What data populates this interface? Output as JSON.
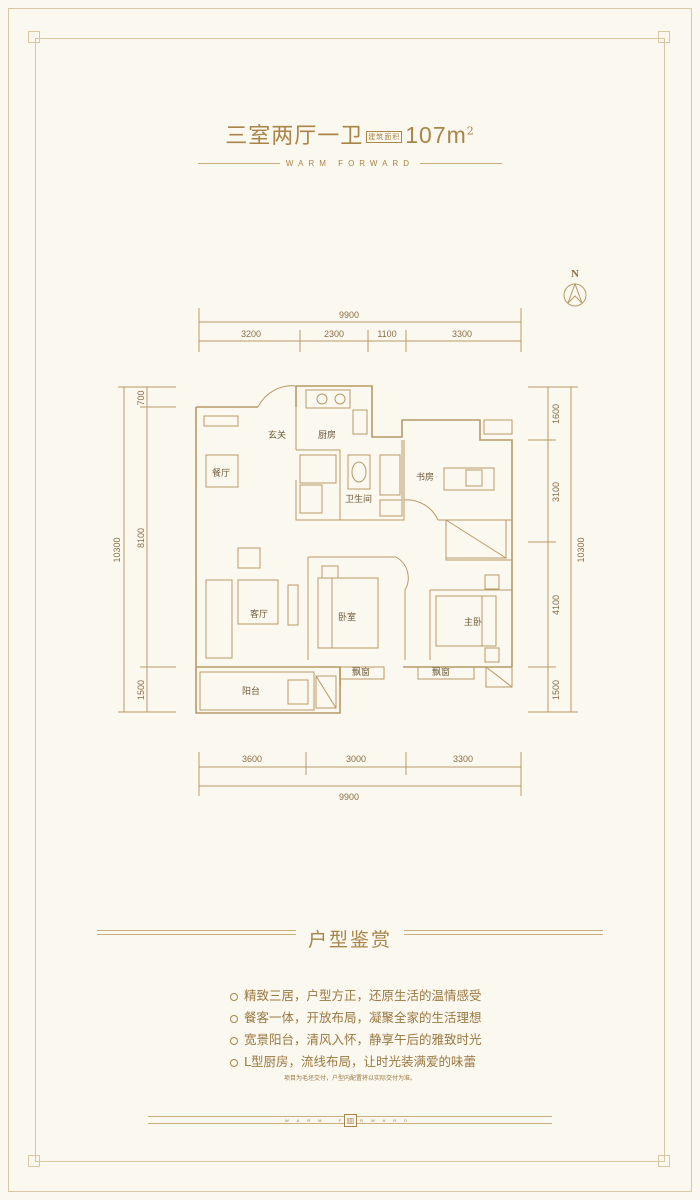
{
  "header": {
    "title_rooms": "三室两厅一卫",
    "area_tag": "建筑面积",
    "area_value": "107m",
    "area_unit_sup": "2",
    "subtitle": "WARM FORWARD"
  },
  "compass": {
    "label": "N"
  },
  "dimensions": {
    "top_total": "9900",
    "top_segments": [
      "3200",
      "2300",
      "1100",
      "3300"
    ],
    "bottom_segments": [
      "3600",
      "3000",
      "3300"
    ],
    "bottom_total": "9900",
    "left_total": "10300",
    "left_segments": [
      "700",
      "8100",
      "1500"
    ],
    "right_total": "10300",
    "right_segments": [
      "1600",
      "3100",
      "4100",
      "1500"
    ]
  },
  "rooms": {
    "entrance": "玄关",
    "kitchen": "厨房",
    "dining": "餐厅",
    "bathroom": "卫生间",
    "study": "书房",
    "living": "客厅",
    "bedroom": "卧室",
    "master_bedroom": "主卧",
    "bay_window_1": "飘窗",
    "bay_window_2": "飘窗",
    "balcony": "阳台"
  },
  "section_title": "户型鉴赏",
  "features": [
    "精致三居，户型方正，还原生活的温情感受",
    "餐客一体，开放布局，凝聚全家的生活理想",
    "宽景阳台，清风入怀，静享午后的雅致时光",
    "L型厨房，流线布局，让时光装满爱的味蕾"
  ],
  "note": "项目为毛坯交付，户型内配置将以实际交付为准。",
  "footer": {
    "text": "WARM FORWARD"
  },
  "colors": {
    "gold": "#a98549",
    "background": "#fbf8ef",
    "line": "#c7ae7c"
  }
}
